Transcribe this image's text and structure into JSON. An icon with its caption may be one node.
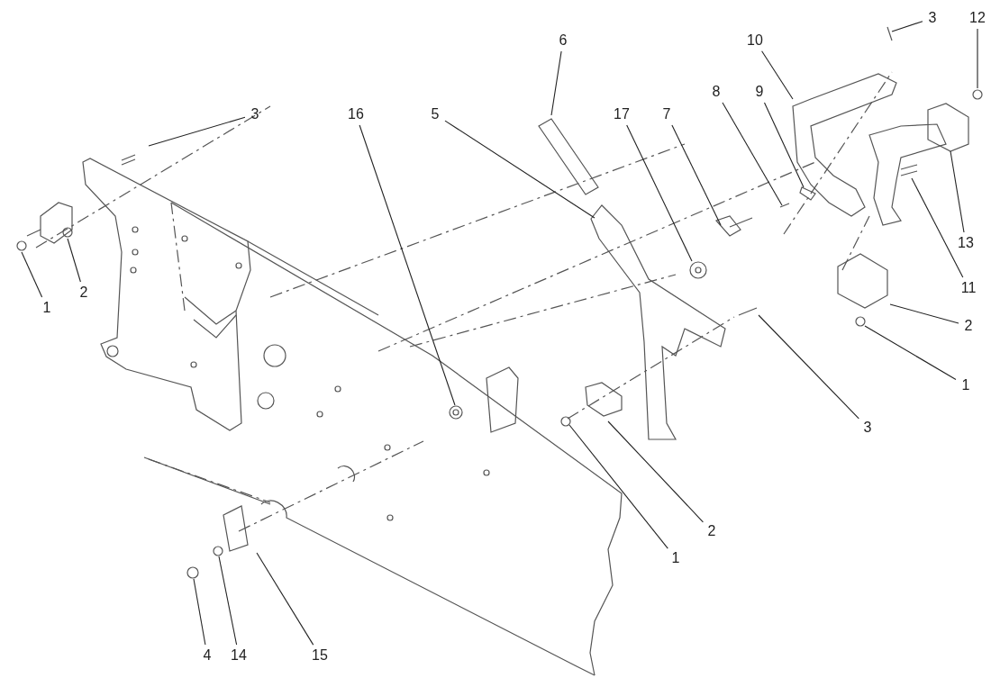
{
  "diagram": {
    "nodes": [
      {
        "text": [
          "3"
        ]
      },
      {
        "text": [
          "12"
        ]
      },
      {
        "text": [
          "10"
        ]
      },
      {
        "text": [
          "6"
        ]
      },
      {
        "text": [
          "8"
        ]
      },
      {
        "text": [
          "9"
        ]
      },
      {
        "text": [
          "3"
        ]
      },
      {
        "text": [
          "16"
        ]
      },
      {
        "text": [
          "5"
        ]
      },
      {
        "text": [
          "17"
        ]
      },
      {
        "text": [
          "7"
        ]
      },
      {
        "text": [
          "13"
        ]
      },
      {
        "text": [
          "11"
        ]
      },
      {
        "text": [
          "2"
        ]
      },
      {
        "text": [
          "1"
        ]
      },
      {
        "text": [
          "2"
        ]
      },
      {
        "text": [
          "1"
        ]
      },
      {
        "text": [
          "3"
        ]
      },
      {
        "text": [
          "2"
        ]
      },
      {
        "text": [
          "1"
        ]
      },
      {
        "text": [
          "4"
        ]
      },
      {
        "text": [
          "14"
        ]
      },
      {
        "text": [
          "15"
        ]
      }
    ],
    "edges": [
      {
        "from": 0,
        "to": null,
        "arrow": "none"
      },
      {
        "from": 1,
        "to": null,
        "arrow": "none"
      },
      {
        "from": 2,
        "to": null,
        "arrow": "none"
      },
      {
        "from": 3,
        "to": null,
        "arrow": "none"
      },
      {
        "from": 4,
        "to": null,
        "arrow": "none"
      },
      {
        "from": 5,
        "to": null,
        "arrow": "none"
      },
      {
        "from": 6,
        "to": null,
        "arrow": "none"
      },
      {
        "from": 7,
        "to": null,
        "arrow": "none"
      },
      {
        "from": 8,
        "to": null,
        "arrow": "none"
      },
      {
        "from": 9,
        "to": null,
        "arrow": "none"
      },
      {
        "from": 10,
        "to": null,
        "arrow": "none"
      },
      {
        "from": 11,
        "to": null,
        "arrow": "none"
      },
      {
        "from": 12,
        "to": null,
        "arrow": "none"
      },
      {
        "from": 13,
        "to": null,
        "arrow": "none"
      },
      {
        "from": 14,
        "to": null,
        "arrow": "none"
      },
      {
        "from": 15,
        "to": null,
        "arrow": "none"
      },
      {
        "from": 16,
        "to": null,
        "arrow": "none"
      },
      {
        "from": 17,
        "to": null,
        "arrow": "none"
      },
      {
        "from": 18,
        "to": null,
        "arrow": "none"
      },
      {
        "from": 19,
        "to": null,
        "arrow": "none"
      },
      {
        "from": 20,
        "to": null,
        "arrow": "none"
      },
      {
        "from": 21,
        "to": null,
        "arrow": "none"
      },
      {
        "from": 22,
        "to": null,
        "arrow": "none"
      }
    ]
  }
}
